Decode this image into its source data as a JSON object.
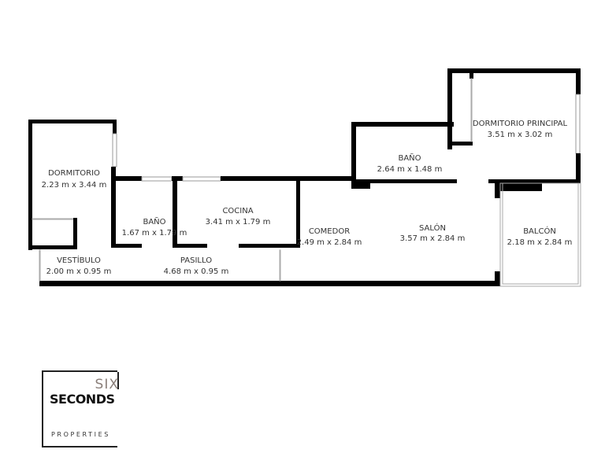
{
  "rooms": [
    {
      "name": "DORMITORIO",
      "dims": "2.23 m x 3.44 m"
    },
    {
      "name": "BAÑO",
      "dims": "1.67 m x 1.79 m"
    },
    {
      "name": "COCINA",
      "dims": "3.41 m x 1.79 m"
    },
    {
      "name": "COMEDOR",
      "dims": "2.49 m x 2.84 m"
    },
    {
      "name": "SALÓN",
      "dims": "3.57 m x 2.84 m"
    },
    {
      "name": "BALCÓN",
      "dims": "2.18 m x 2.84 m"
    },
    {
      "name": "BAÑO",
      "dims": "2.64 m x 1.48 m"
    },
    {
      "name": "DORMITORIO PRINCIPAL",
      "dims": "3.51 m x 3.02 m"
    },
    {
      "name": "VESTÍBULO",
      "dims": "2.00 m x 0.95 m"
    },
    {
      "name": "PASILLO",
      "dims": "4.68 m x 0.95 m"
    }
  ],
  "logo": {
    "six": "SIX",
    "seconds": "SECONDS",
    "properties": "PROPERTIES"
  },
  "colors": {
    "wall": "#000000",
    "text": "#333333",
    "logo_accent": "#8a7f7a"
  }
}
